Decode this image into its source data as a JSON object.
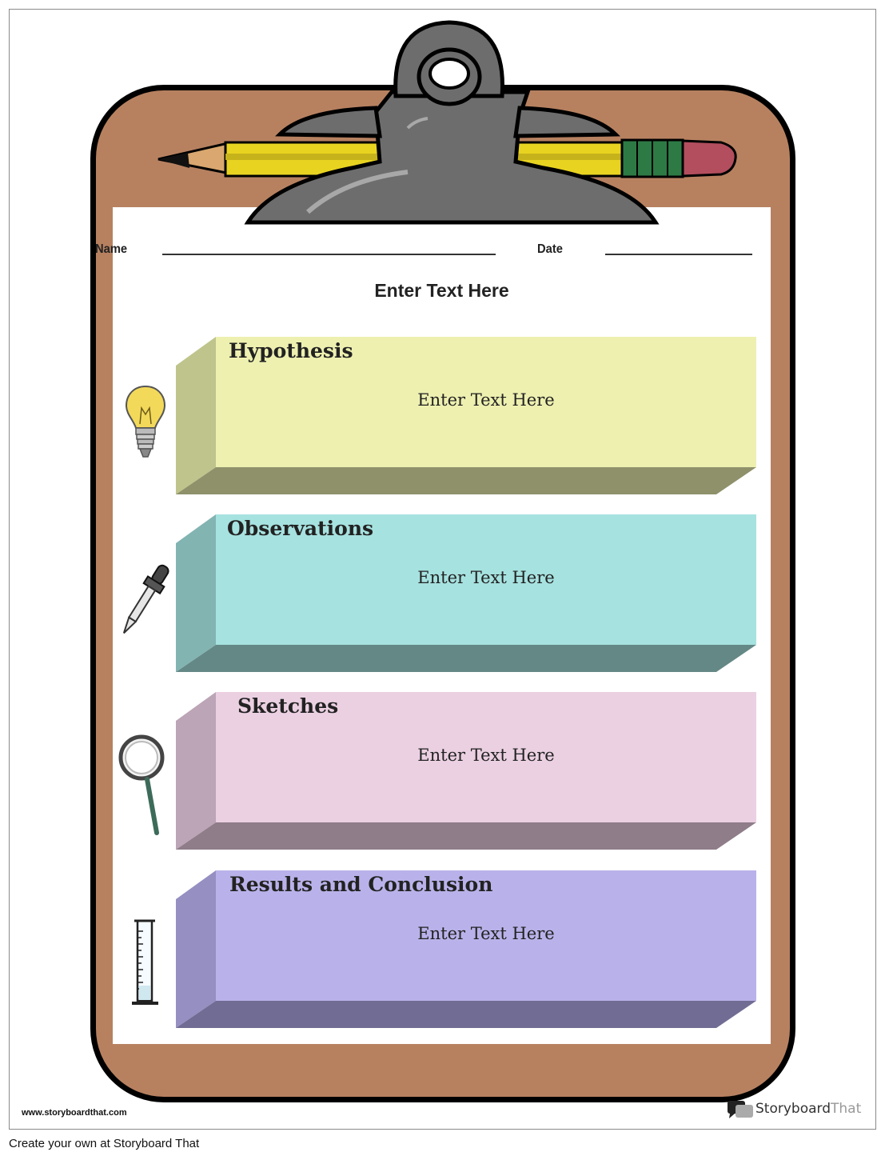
{
  "worksheet": {
    "name_label": "Name",
    "date_label": "Date",
    "title": "Enter Text Here",
    "sections": [
      {
        "heading": "Hypothesis",
        "text": "Enter Text Here",
        "icon": "light-bulb-icon",
        "front": "#eef0b0",
        "side": "#bfc48c",
        "bottom": "#8e916a"
      },
      {
        "heading": "Observations",
        "text": "Enter Text Here",
        "icon": "dropper-icon",
        "front": "#a6e2e0",
        "side": "#82b4b2",
        "bottom": "#648886"
      },
      {
        "heading": "Sketches",
        "text": "Enter Text Here",
        "icon": "magnifying-glass-icon",
        "front": "#ebd0e2",
        "side": "#bca5b6",
        "bottom": "#8f7d89"
      },
      {
        "heading": "Results and Conclusion",
        "text": "Enter Text Here",
        "icon": "graduated-cylinder-icon",
        "front": "#b9b2ea",
        "side": "#958fc2",
        "bottom": "#706c93"
      }
    ]
  },
  "footer": {
    "url": "www.storyboardthat.com",
    "brand_bold": "Storyboard",
    "brand_light": "That",
    "note": "Create your own at Storyboard That"
  },
  "colors": {
    "clipboard": "#b78160",
    "clip": "#6d6d6d",
    "pencil": "#e8d321"
  }
}
